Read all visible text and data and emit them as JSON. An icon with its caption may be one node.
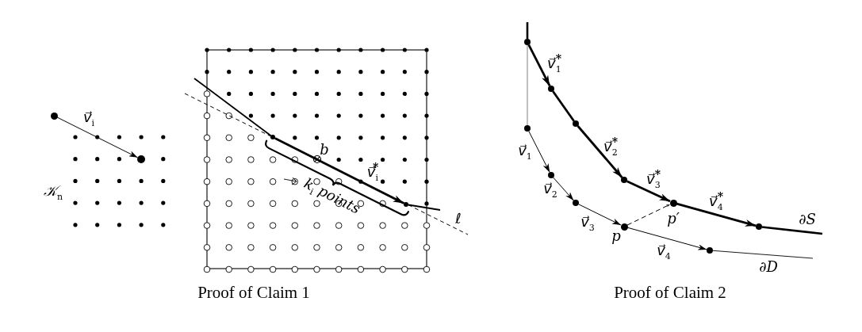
{
  "diagram": {
    "nodes": [
      {
        "text": [],
        "shape": "circle"
      },
      {
        "text": [],
        "shape": "circle"
      },
      {
        "text": [],
        "shape": "circle"
      },
      {
        "text": [],
        "shape": "circle"
      },
      {
        "text": [],
        "shape": "circle"
      },
      {
        "text": [],
        "shape": "circle"
      },
      {
        "text": [],
        "shape": "circle"
      },
      {
        "text": [],
        "shape": "circle"
      },
      {
        "text": [],
        "shape": "circle",
        "beside": [
          "p′"
        ]
      },
      {
        "text": [],
        "shape": "circle"
      },
      {
        "text": [],
        "shape": "circle"
      },
      {
        "text": [],
        "shape": "circle"
      },
      {
        "text": [],
        "shape": "circle"
      },
      {
        "text": [],
        "shape": "circle",
        "beside": [
          "p"
        ]
      },
      {
        "text": [],
        "shape": "circle"
      }
    ],
    "edges": [
      {
        "from": 0,
        "to": 1,
        "arrow": "to",
        "label": "v⃗$_{i}$"
      },
      {
        "from": 2,
        "to": 3,
        "arrow": "to",
        "label": "v⃗$_{i}$$^{*}$",
        "style": "thick"
      },
      {
        "from": 4,
        "to": 5,
        "arrow": "to",
        "label": "v⃗$_{1}$$^{*}$",
        "style": "thick"
      },
      {
        "from": 5,
        "to": 6,
        "arrow": "none",
        "style": "thick"
      },
      {
        "from": 6,
        "to": 7,
        "arrow": "to",
        "label": "v⃗$_{2}$$^{*}$",
        "style": "thick"
      },
      {
        "from": 7,
        "to": 8,
        "arrow": "to",
        "label": "v⃗$_{3}$$^{*}$",
        "style": "thick"
      },
      {
        "from": 8,
        "to": 9,
        "arrow": "to",
        "label": "v⃗$_{4}$$^{*}$",
        "style": "thick"
      },
      {
        "from": 4,
        "to": 10,
        "arrow": "none",
        "color": "#808080"
      },
      {
        "from": 10,
        "to": 11,
        "arrow": "to",
        "label": "v⃗$_{1}$"
      },
      {
        "from": 11,
        "to": 12,
        "arrow": "to",
        "label": "v⃗$_{2}$"
      },
      {
        "from": 12,
        "to": 13,
        "arrow": "to",
        "label": "v⃗$_{3}$"
      },
      {
        "from": 13,
        "to": 14,
        "arrow": "to",
        "label": "v⃗$_{4}$"
      },
      {
        "from": 13,
        "to": 8,
        "arrow": "to",
        "style": "dashed"
      }
    ],
    "labels": [
      "𝒦$_{n}$",
      "b",
      "k$_{i}$ points",
      "ℓ",
      "∂S",
      "∂D",
      "Proof of Claim 1",
      "Proof of Claim 2"
    ]
  }
}
